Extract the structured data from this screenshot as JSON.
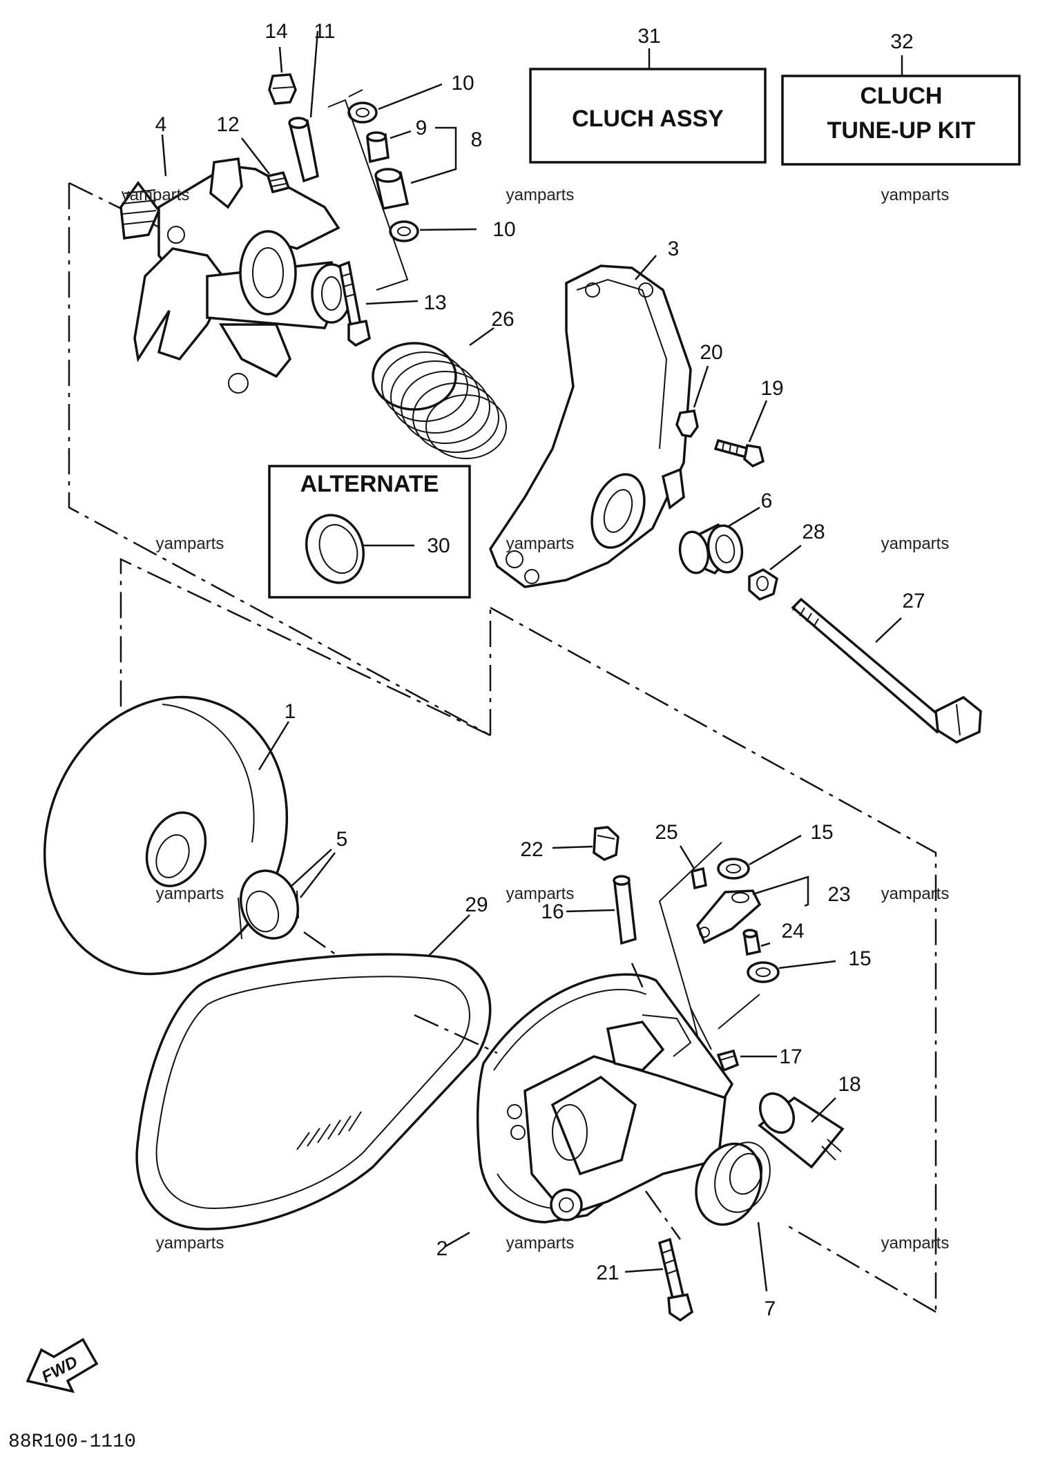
{
  "boxes": {
    "cluch_assy": "CLUCH ASSY",
    "tuneup_line1": "CLUCH",
    "tuneup_line2": "TUNE-UP KIT",
    "alternate": "ALTERNATE"
  },
  "callouts": {
    "c1": "1",
    "c2": "2",
    "c3": "3",
    "c4": "4",
    "c5": "5",
    "c6": "6",
    "c7": "7",
    "c8": "8",
    "c9": "9",
    "c10a": "10",
    "c10b": "10",
    "c11": "11",
    "c12": "12",
    "c13": "13",
    "c14": "14",
    "c15a": "15",
    "c15b": "15",
    "c16": "16",
    "c17": "17",
    "c18": "18",
    "c19": "19",
    "c20": "20",
    "c21": "21",
    "c22": "22",
    "c23": "23",
    "c24": "24",
    "c25": "25",
    "c26": "26",
    "c27": "27",
    "c28": "28",
    "c29": "29",
    "c30": "30",
    "c31": "31",
    "c32": "32"
  },
  "watermark": "yamparts",
  "direction": "FWD",
  "diagram_code": "88R100-1110"
}
